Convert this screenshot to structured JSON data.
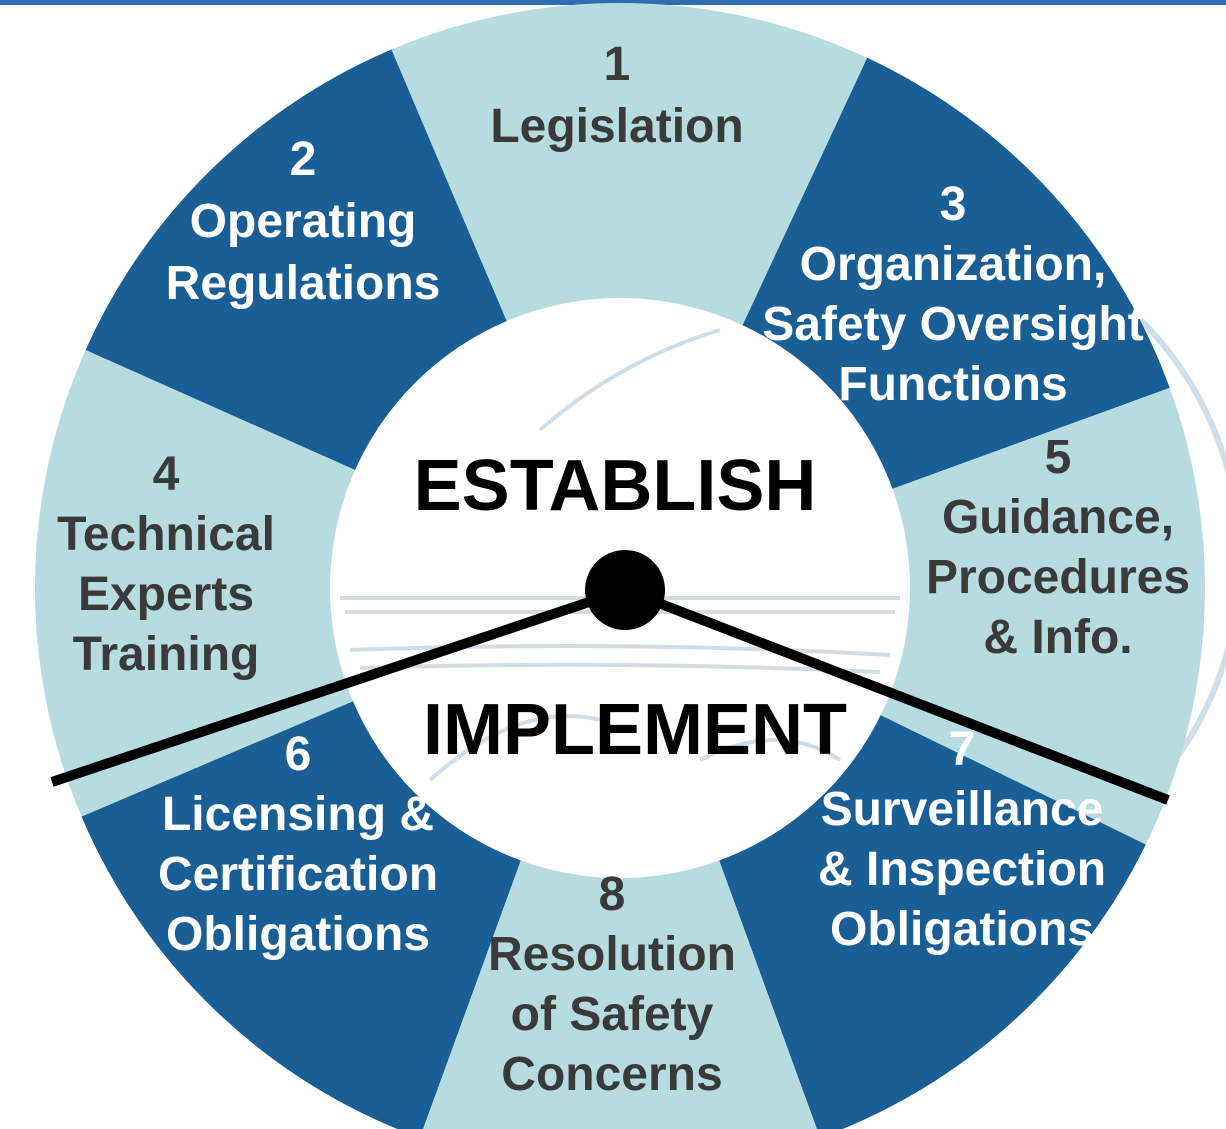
{
  "colors": {
    "dark_segment": "#1a5e96",
    "light_segment": "#b6dcdf",
    "center": "#ffffff",
    "divider": "#000000",
    "top_bar": "#2f6db3",
    "watermark": "#c9dbe9"
  },
  "center": {
    "top_word": "ESTABLISH",
    "bottom_word": "IMPLEMENT"
  },
  "segments": [
    {
      "number": "1",
      "lines": [
        "Legislation"
      ],
      "shade": "light"
    },
    {
      "number": "2",
      "lines": [
        "Operating",
        "Regulations"
      ],
      "shade": "dark"
    },
    {
      "number": "3",
      "lines": [
        "Organization,",
        "Safety Oversight",
        "Functions"
      ],
      "shade": "dark"
    },
    {
      "number": "4",
      "lines": [
        "Technical",
        "Experts",
        "Training"
      ],
      "shade": "light"
    },
    {
      "number": "5",
      "lines": [
        "Guidance,",
        "Procedures",
        "& Info."
      ],
      "shade": "light"
    },
    {
      "number": "6",
      "lines": [
        "Licensing &",
        "Certification",
        "Obligations"
      ],
      "shade": "dark"
    },
    {
      "number": "7",
      "lines": [
        "Surveillance",
        "&  Inspection",
        "Obligations"
      ],
      "shade": "dark"
    },
    {
      "number": "8",
      "lines": [
        "Resolution",
        "of Safety",
        "Concerns"
      ],
      "shade": "light"
    }
  ]
}
